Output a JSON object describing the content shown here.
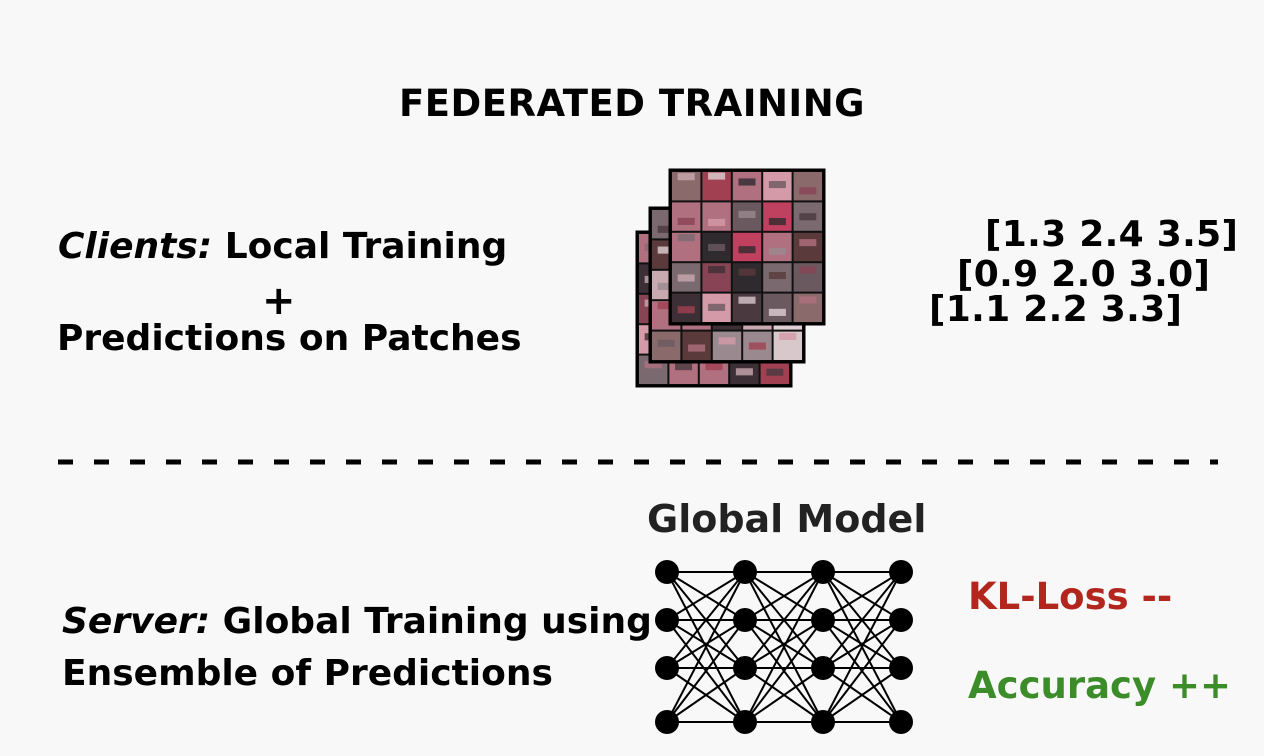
{
  "title": "FEDERATED TRAINING",
  "clients": {
    "label": "Clients:",
    "line1_rest": " Local Training",
    "plus": "+",
    "line2": "Predictions on Patches"
  },
  "predictions": [
    "[1.3 2.4 3.5]",
    "[0.9 2.0 3.0]",
    "[1.1 2.2 3.3]"
  ],
  "server": {
    "label": "Server:",
    "line1_rest": " Global Training using",
    "line2": "Ensemble of Predictions"
  },
  "global_model_label": "Global Model",
  "kl_loss": "KL-Loss --",
  "accuracy": "Accuracy ++",
  "colors": {
    "kl_loss": "#b3261e",
    "accuracy": "#3c8c2a",
    "background": "#f8f8f8"
  },
  "icons": {
    "patch_stack": "image-patches-stack",
    "network": "neural-network-icon"
  },
  "network_layers": [
    4,
    4,
    4,
    4
  ]
}
